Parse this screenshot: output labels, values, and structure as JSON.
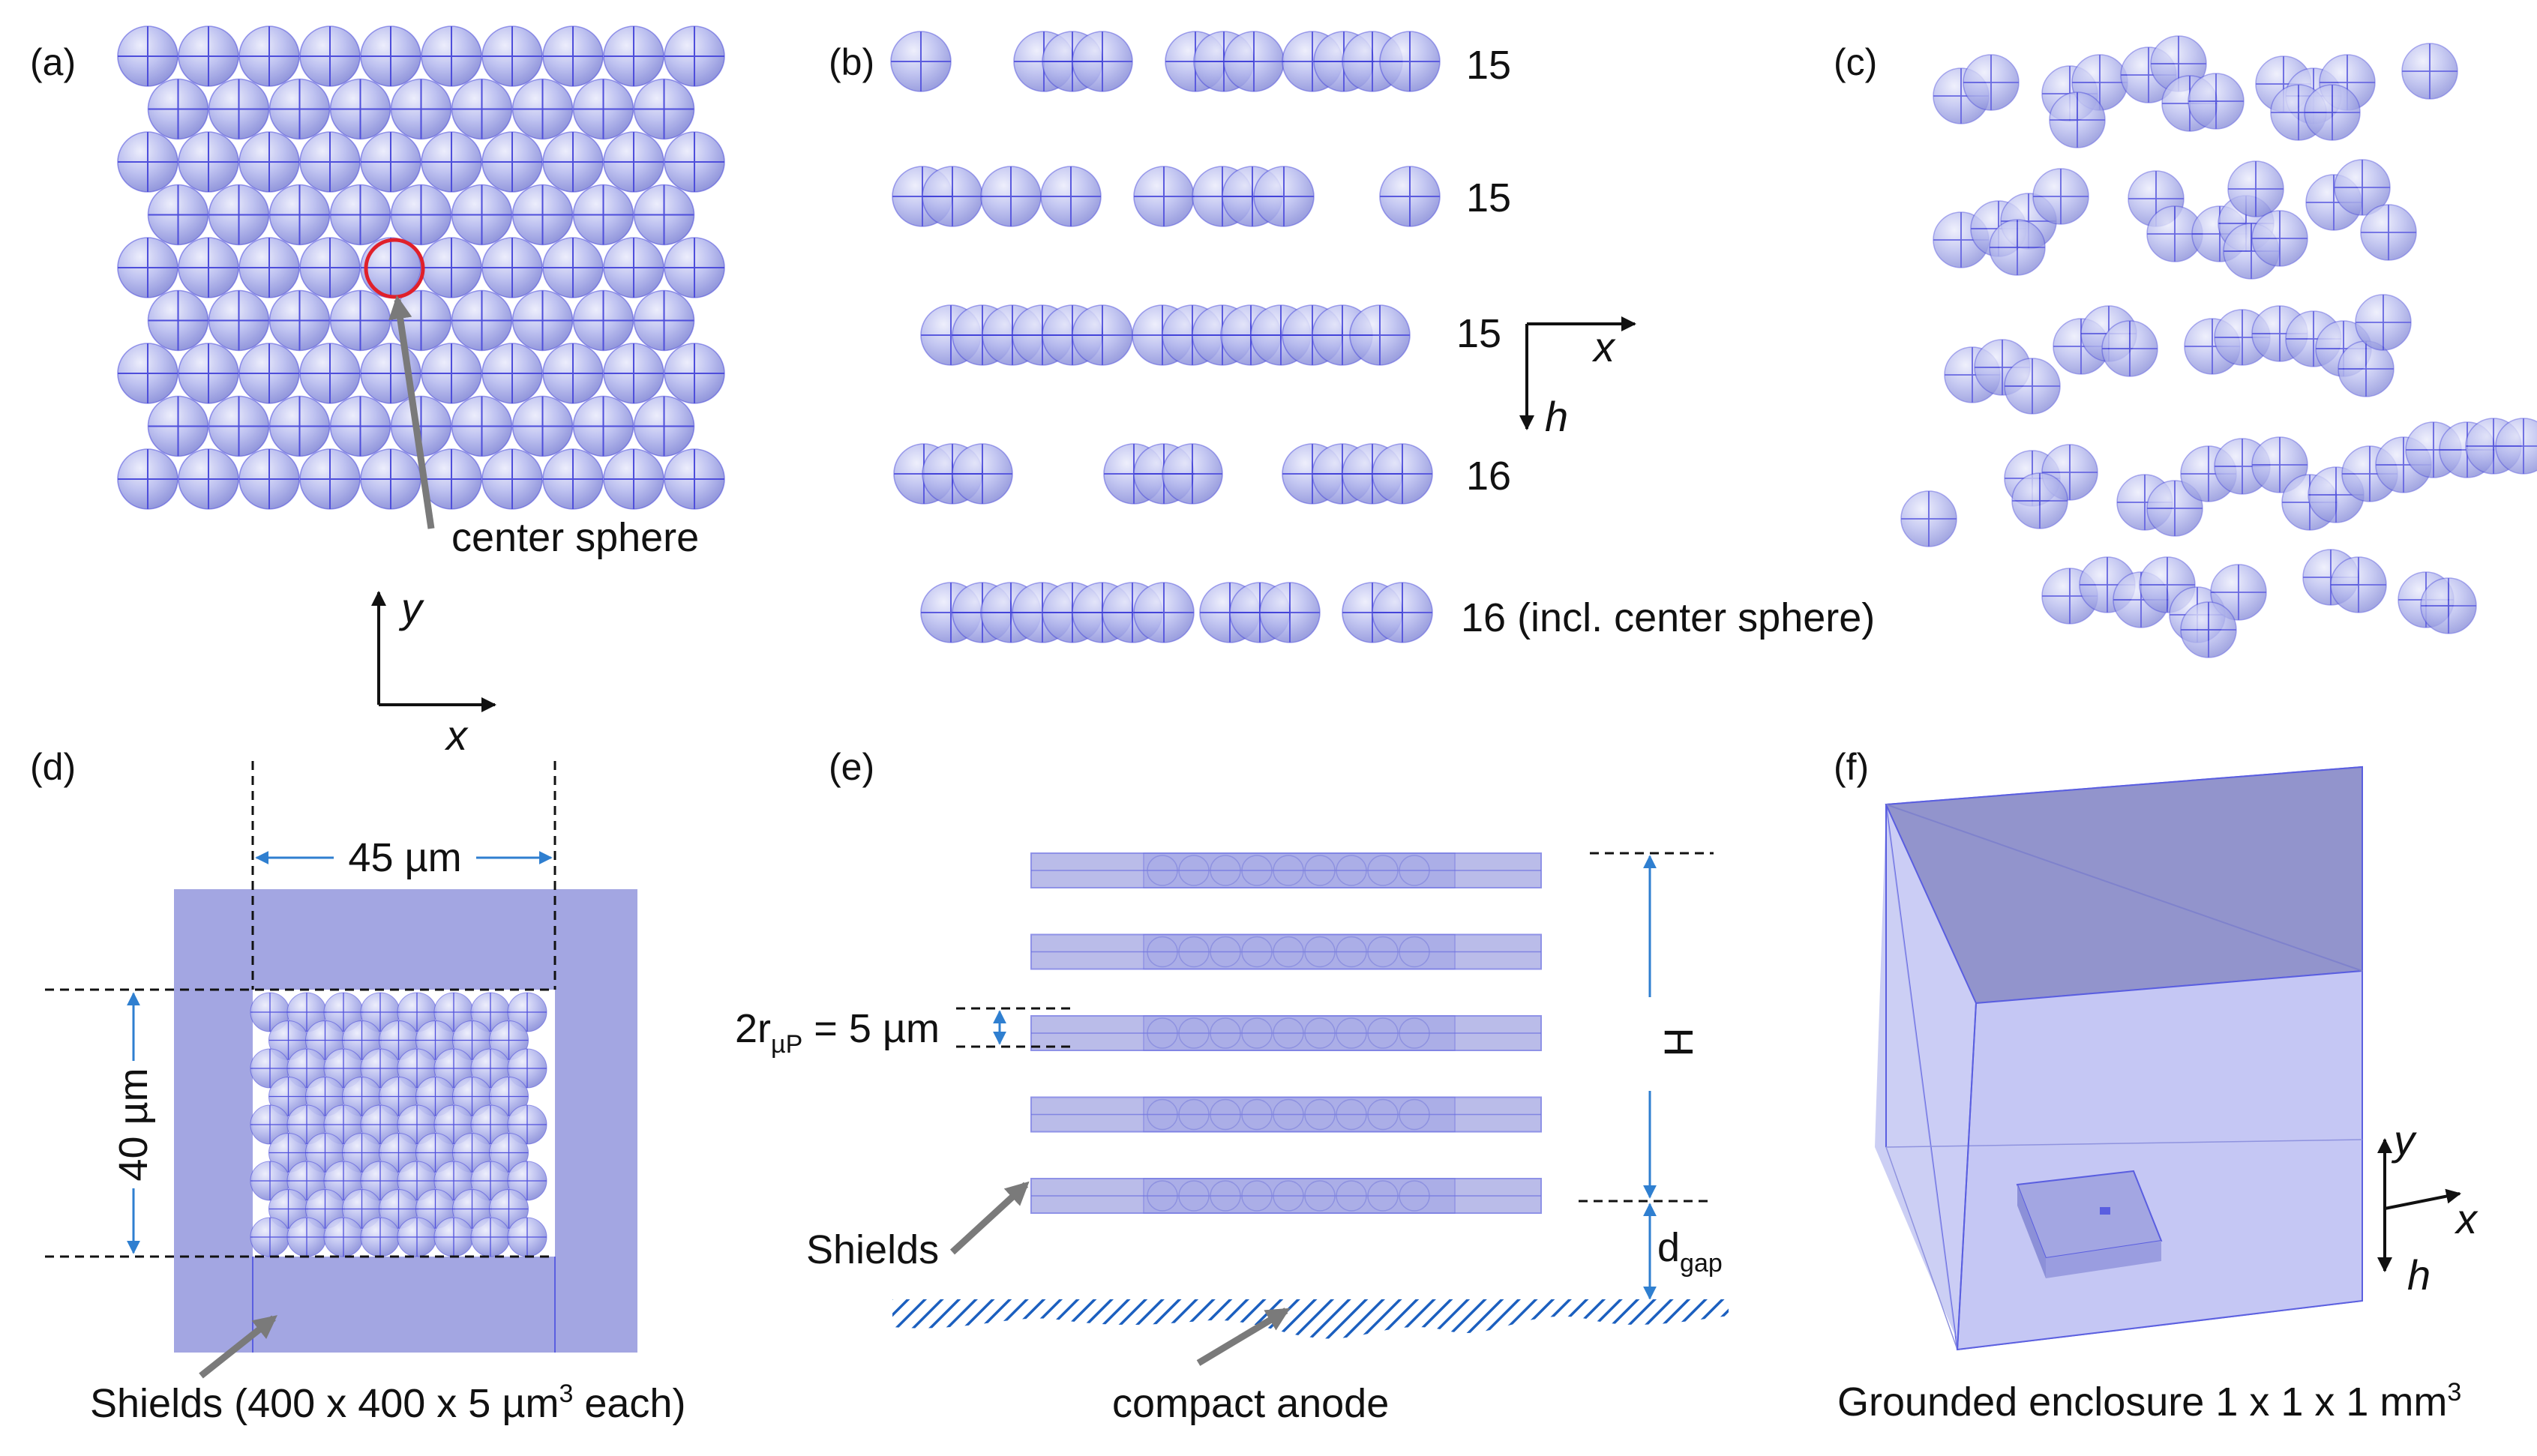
{
  "panels": {
    "a": {
      "label": "(a)",
      "annotation": "center sphere",
      "grid": {
        "rows": 9,
        "cols_long": 10,
        "cols_short": 9
      },
      "axes": {
        "vertical": "y",
        "horizontal": "x"
      }
    },
    "b": {
      "label": "(b)",
      "layers": [
        {
          "count": "15"
        },
        {
          "count": "15"
        },
        {
          "count": "15"
        },
        {
          "count": "16"
        },
        {
          "count": "16 (incl. center sphere)"
        }
      ],
      "axes": {
        "horizontal": "x",
        "vertical": "h"
      }
    },
    "c": {
      "label": "(c)"
    },
    "d": {
      "label": "(d)",
      "width_label": "45 µm",
      "height_label": "40 µm",
      "caption_pre": "Shields (400 x 400 x 5 µm",
      "caption_sup": "3",
      "caption_post": " each)"
    },
    "e": {
      "label": "(e)",
      "radius_main": "2r",
      "radius_sub": "µP",
      "radius_value": " = 5 µm",
      "height_symbol": "H",
      "gap_main": "d",
      "gap_sub": "gap",
      "shields_label": "Shields",
      "anode_label": "compact anode",
      "layer_count": 5
    },
    "f": {
      "label": "(f)",
      "caption_pre": "Grounded enclosure 1 x 1 x 1 mm",
      "caption_sup": "3",
      "axes": {
        "y": "y",
        "x": "x",
        "h": "h"
      }
    }
  },
  "colors": {
    "sphere_fill": "#b9bdf0",
    "sphere_line": "#3f3fd9",
    "shield_fill": "#a3a6e2",
    "arrow_blue": "#2f7fd0",
    "pointer_gray": "#7a7a7a",
    "highlight_red": "#e0202a",
    "hatch_blue": "#1b5fbf"
  }
}
